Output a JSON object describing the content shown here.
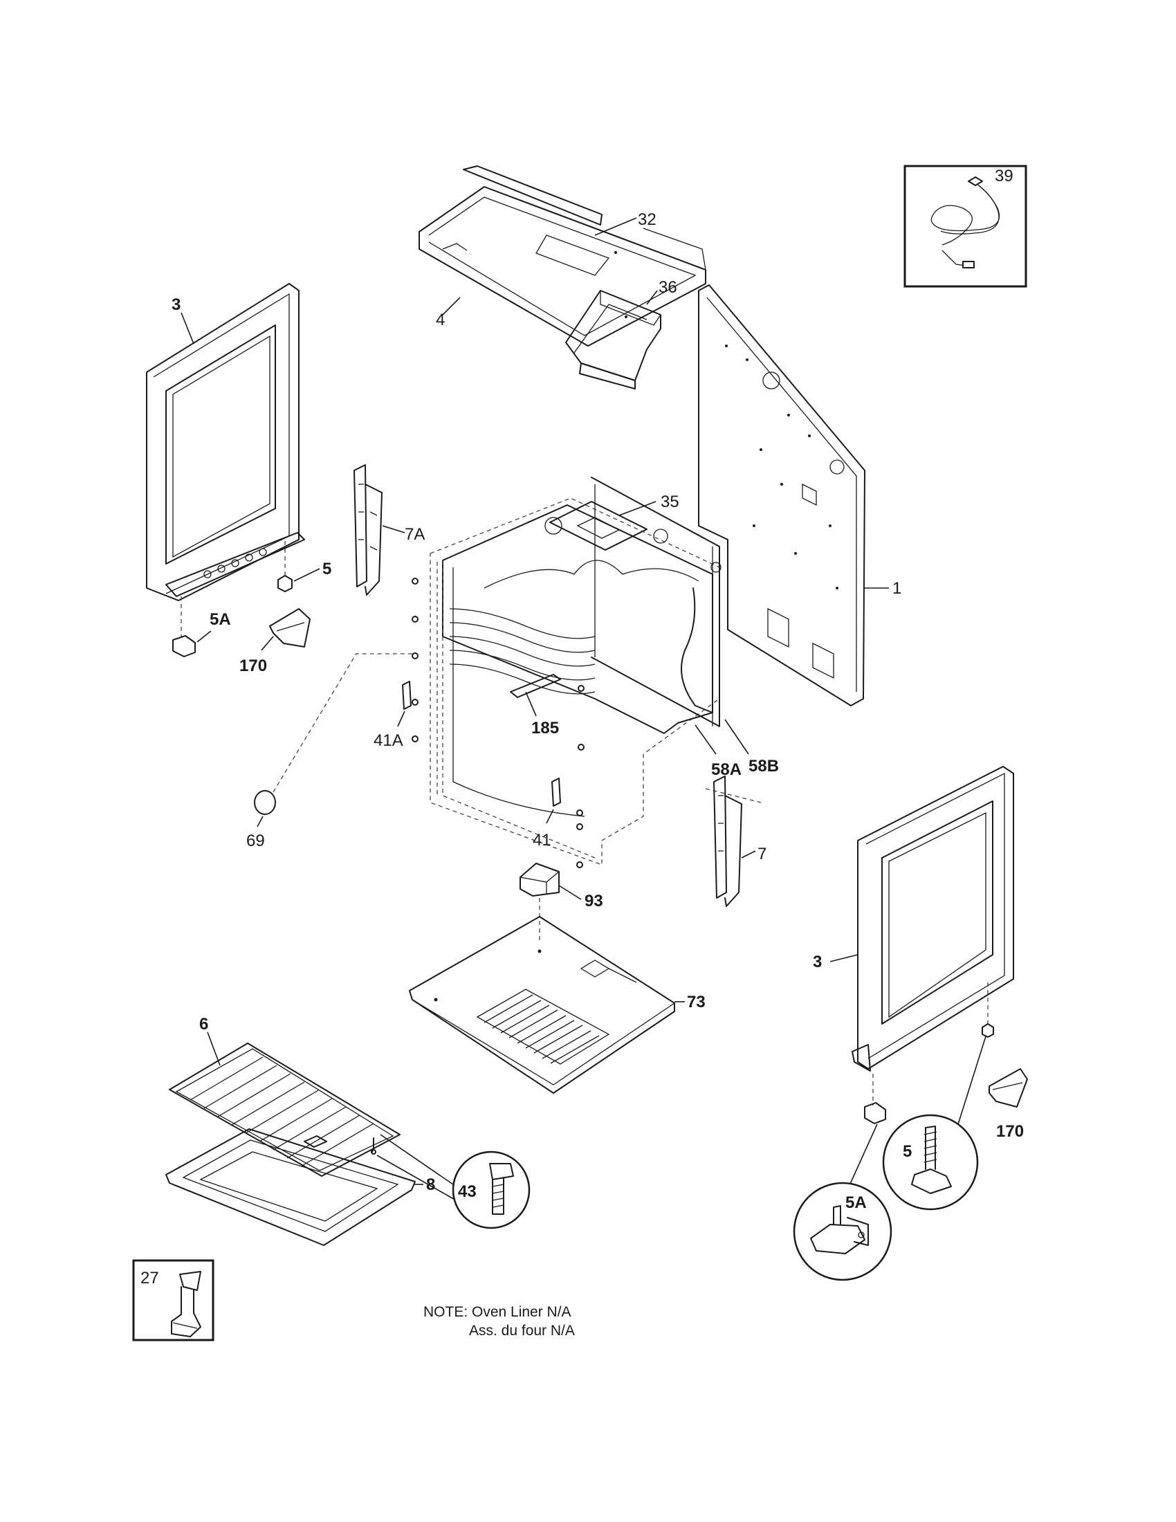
{
  "labels": {
    "l32": "32",
    "l4": "4",
    "l39": "39",
    "l3_left": "3",
    "l36": "36",
    "l7A": "7A",
    "l35": "35",
    "l1": "1",
    "l5_left": "5",
    "l5A_left": "5A",
    "l170_left": "170",
    "l185": "185",
    "l58A": "58A",
    "l58B": "58B",
    "l41A": "41A",
    "l69": "69",
    "l41": "41",
    "l7": "7",
    "l93": "93",
    "l3_right": "3",
    "l73": "73",
    "l6": "6",
    "l170_right": "170",
    "l8": "8",
    "l43": "43",
    "l5_right": "5",
    "l5A_right": "5A",
    "l27": "27"
  },
  "note": {
    "line1": "NOTE: Oven Liner N/A",
    "line2": "Ass. du four N/A"
  }
}
